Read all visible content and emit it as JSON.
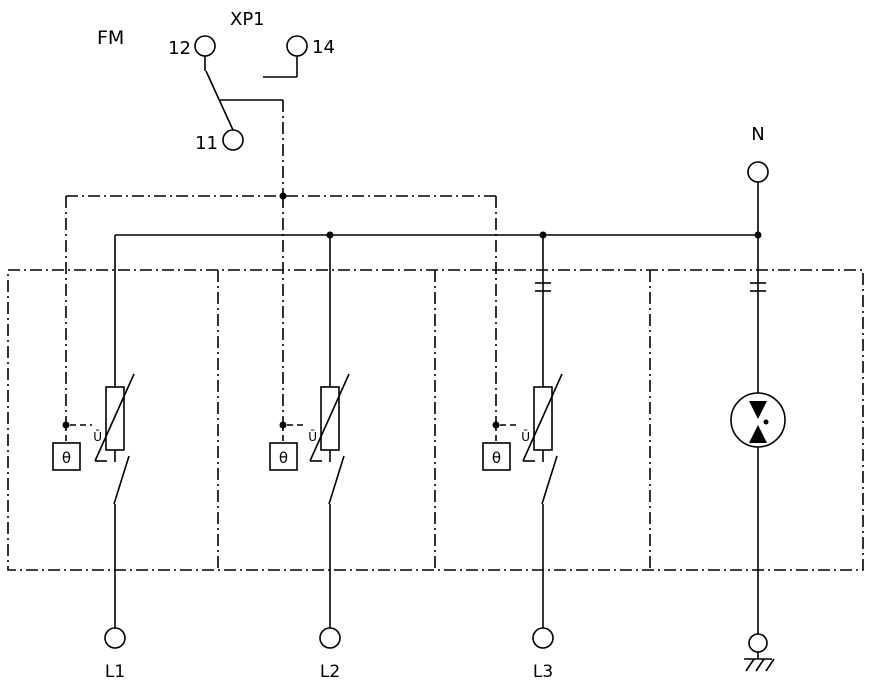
{
  "labels": {
    "fm": "FM",
    "xp1": "XP1",
    "terminal_12": "12",
    "terminal_14": "14",
    "terminal_11": "11",
    "neutral": "N",
    "l1": "L1",
    "l2": "L2",
    "l3": "L3",
    "theta": "θ",
    "u_overline": "Ū"
  },
  "colors": {
    "line": "#000000",
    "background": "#ffffff"
  }
}
